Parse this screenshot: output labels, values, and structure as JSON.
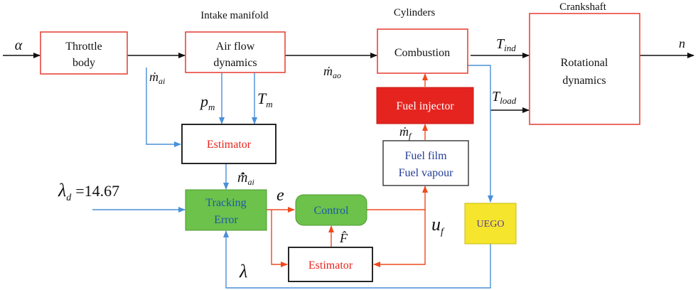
{
  "headers": {
    "intake": "Intake manifold",
    "cylinders": "Cylinders",
    "crankshaft": "Crankshaft"
  },
  "blocks": {
    "throttle": {
      "line1": "Throttle",
      "line2": "body"
    },
    "airflow": {
      "line1": "Air flow",
      "line2": "dynamics"
    },
    "combustion": {
      "label": "Combustion"
    },
    "rotational": {
      "line1": "Rotational",
      "line2": "dynamics"
    },
    "fuel_injector": {
      "label": "Fuel injector"
    },
    "fuel_film": {
      "line1": "Fuel film",
      "line2": "Fuel vapour"
    },
    "estimator_top": {
      "label": "Estimator"
    },
    "tracking": {
      "line1": "Tracking",
      "line2": "Error"
    },
    "control": {
      "label": "Control"
    },
    "estimator_bottom": {
      "label": "Estimator"
    },
    "uego": {
      "label": "UEGO"
    }
  },
  "signals": {
    "alpha": "α",
    "n": "n",
    "m_ai": "ṁ",
    "m_ai_sub": "ai",
    "m_ao": "ṁ",
    "m_ao_sub": "ao",
    "p_m": "p",
    "p_m_sub": "m",
    "T_m": "T",
    "T_m_sub": "m",
    "T_ind": "T",
    "T_ind_sub": "ind",
    "T_load": "T",
    "T_load_sub": "load",
    "m_f": "ṁ",
    "m_f_sub": "f",
    "m_ai_hat": "m̂̇",
    "m_ai_hat_sub": "ai",
    "lambda_d": "λ",
    "lambda_d_sub": "d",
    "lambda_d_value": "=14.67",
    "e": "e",
    "u_f": "u",
    "u_f_sub": "f",
    "F_hat": "F̂",
    "lambda": "λ"
  },
  "colors": {
    "block_border": "#e8463c",
    "black_line": "#111111",
    "blue_line": "#4a8fd8",
    "red_line": "#ee4a1e",
    "fuel_injector_fill": "#e52420",
    "tracking_fill": "#6cc24a",
    "control_fill": "#6cc24a",
    "uego_fill": "#f5e52c",
    "estimator_text": "#e8231c",
    "fuel_film_text": "#233d96",
    "tracking_text": "#1f57a8",
    "control_text": "#1f57a8",
    "uego_text": "#5a3a9a"
  }
}
